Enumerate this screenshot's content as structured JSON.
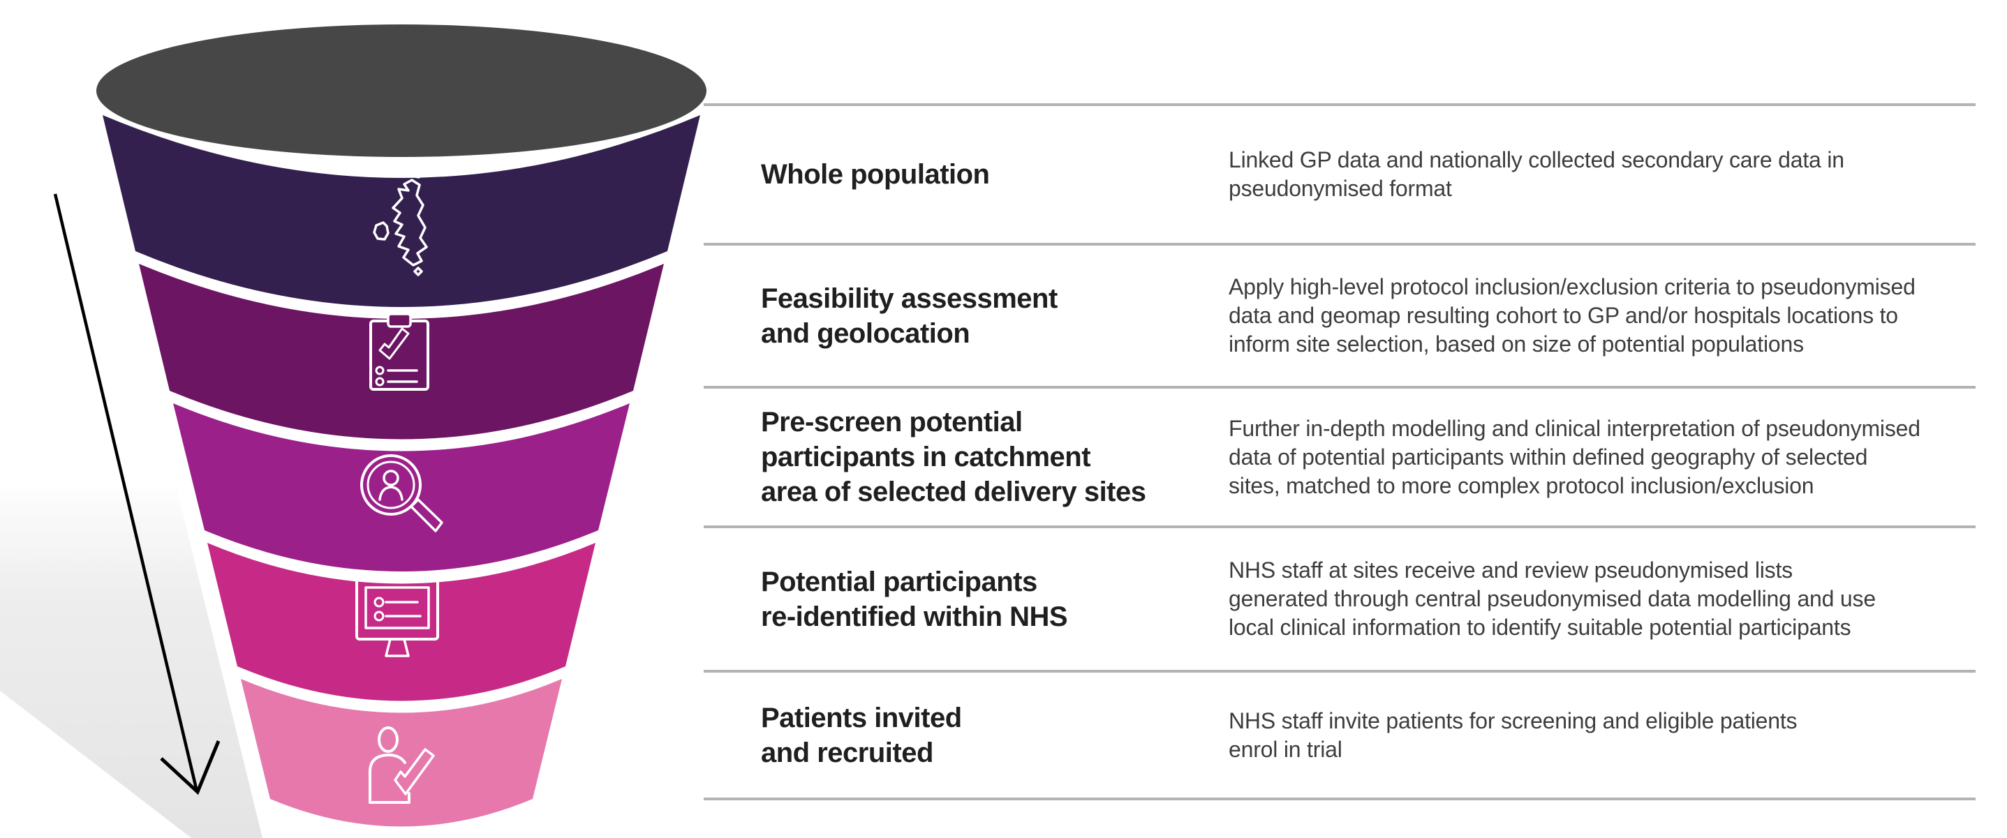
{
  "colors": {
    "background": "#FFFFFF",
    "funnel_top": "#474747",
    "divider": "#B3B3B3",
    "arrow": "#000000",
    "shadow": "#EAEAEA",
    "icon_stroke": "#FFFFFF",
    "title_text": "#1F1F1F",
    "description_text": "#3D3D3D"
  },
  "stages": [
    {
      "title": "Whole population",
      "description": "Linked GP data and nationally collected secondary care data in\npseudonymised format",
      "color": "#33204F",
      "icon": "uk-map-icon"
    },
    {
      "title": "Feasibility assessment\nand geolocation",
      "description": "Apply high-level protocol inclusion/exclusion criteria to pseudonymised\ndata and geomap resulting cohort to GP and/or hospitals locations to\ninform site selection, based on size of potential populations",
      "color": "#6C1562",
      "icon": "checklist-icon"
    },
    {
      "title": "Pre-screen potential\nparticipants in catchment\narea of selected delivery sites",
      "description": "Further in-depth modelling and clinical interpretation of pseudonymised\ndata of potential participants within defined geography of selected\nsites, matched to more complex protocol inclusion/exclusion",
      "color": "#9B2089",
      "icon": "search-person-icon"
    },
    {
      "title": "Potential participants\nre-identified within NHS",
      "description": "NHS staff at sites receive and review pseudonymised lists\ngenerated through central pseudonymised data modelling and use\nlocal clinical information to identify suitable potential participants",
      "color": "#C62A86",
      "icon": "monitor-icon"
    },
    {
      "title": "Patients invited\nand recruited",
      "description": "NHS staff invite patients for screening and eligible patients\nenrol in trial",
      "color": "#E678AC",
      "icon": "person-check-icon"
    }
  ]
}
